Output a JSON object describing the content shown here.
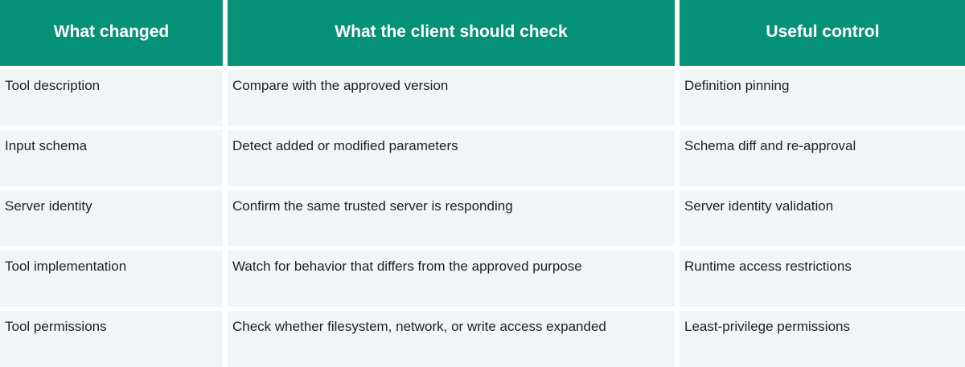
{
  "table": {
    "headers": [
      "What changed",
      "What the client should check",
      "Useful control"
    ],
    "rows": [
      [
        "Tool description",
        "Compare with the approved version",
        "Definition pinning"
      ],
      [
        "Input schema",
        "Detect added or modified parameters",
        "Schema diff and re-approval"
      ],
      [
        "Server identity",
        "Confirm the same trusted server is responding",
        "Server identity validation"
      ],
      [
        "Tool implementation",
        "Watch for behavior that differs from the approved purpose",
        "Runtime access restrictions"
      ],
      [
        "Tool permissions",
        "Check whether filesystem, network, or write access expanded",
        "Least-privilege permissions"
      ]
    ]
  },
  "colors": {
    "header_bg": "#069179",
    "header_text": "#ffffff",
    "cell_bg": "#f1f5f8",
    "cell_text": "#1f1f1f"
  }
}
